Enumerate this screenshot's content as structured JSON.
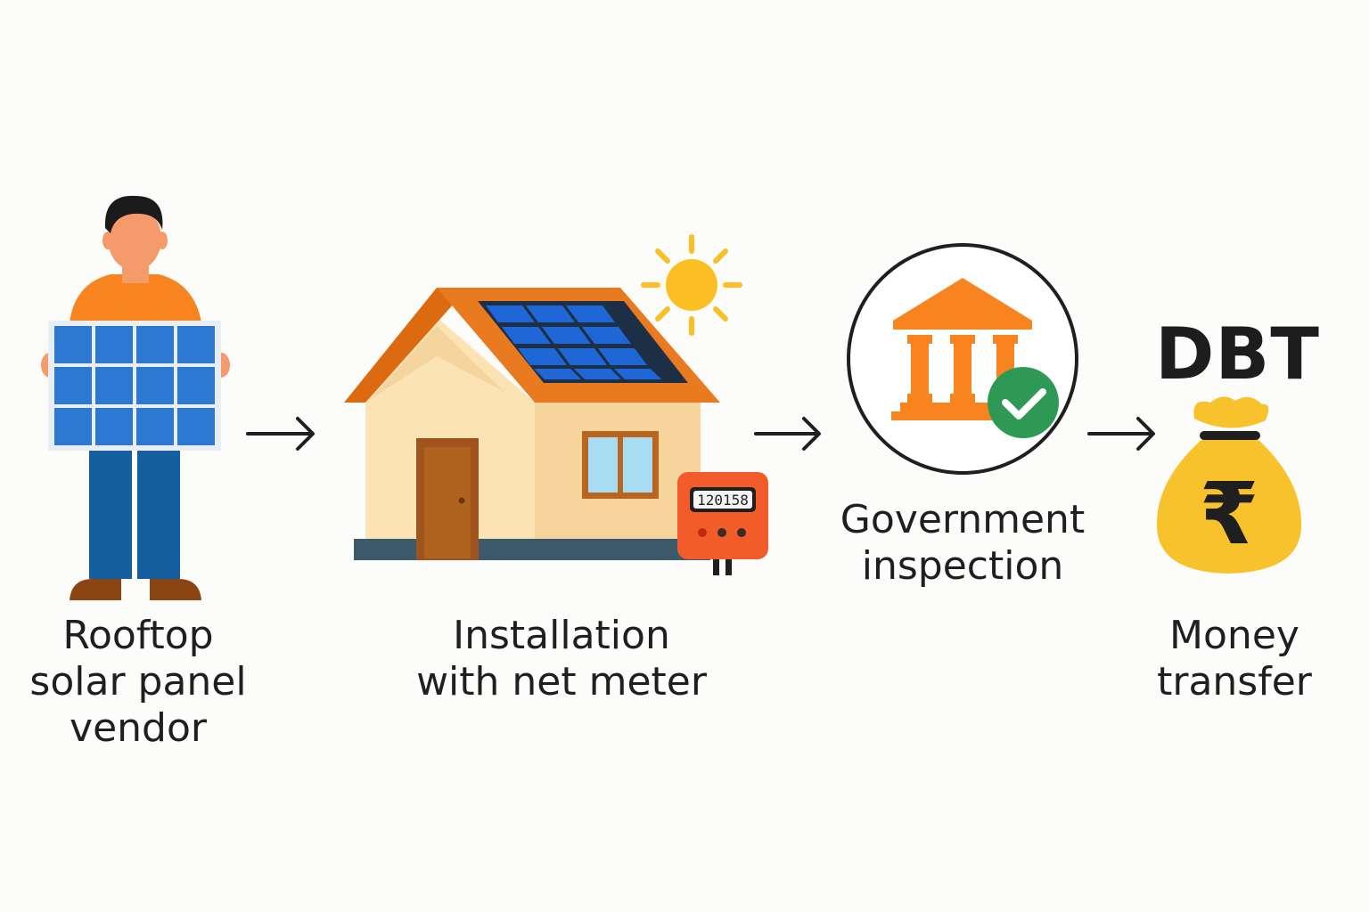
{
  "steps": [
    {
      "id": "vendor",
      "label_lines": [
        "Rooftop",
        "solar panel",
        "vendor"
      ]
    },
    {
      "id": "installation",
      "label_lines": [
        "Installation",
        "with net meter"
      ]
    },
    {
      "id": "inspection",
      "label_lines": [
        "Government",
        "inspection"
      ]
    },
    {
      "id": "transfer",
      "label_lines": [
        "Money",
        "transfer"
      ]
    }
  ],
  "meter_reading": "120158",
  "dbt_heading": "DBT",
  "currency_symbol": "₹",
  "icons": [
    "person-icon",
    "solar-panel-icon",
    "house-icon",
    "sun-icon",
    "net-meter-icon",
    "government-building-icon",
    "check-badge-icon",
    "money-bag-icon",
    "arrow-right-icon"
  ],
  "colors": {
    "orange": "#f7841e",
    "roof_orange": "#dc6a10",
    "panel_blue": "#2d78d2",
    "trouser_blue": "#155f9e",
    "wall_cream": "#fbe3b4",
    "sun_yellow": "#fbbf24",
    "meter_red": "#f25c2a",
    "check_green": "#2e9955",
    "bag_yellow": "#f8c22c"
  }
}
